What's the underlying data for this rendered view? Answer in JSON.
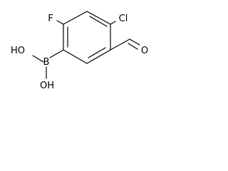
{
  "molecule": {
    "atoms": {
      "fluorine": "F",
      "chlorine": "Cl",
      "boron": "B",
      "hydroxyl_upper": "HO",
      "hydroxyl_lower": "OH",
      "aldehyde_oxygen": "O"
    },
    "colors": {
      "bond": "#000000",
      "label": "#000000",
      "background": "#ffffff"
    }
  }
}
